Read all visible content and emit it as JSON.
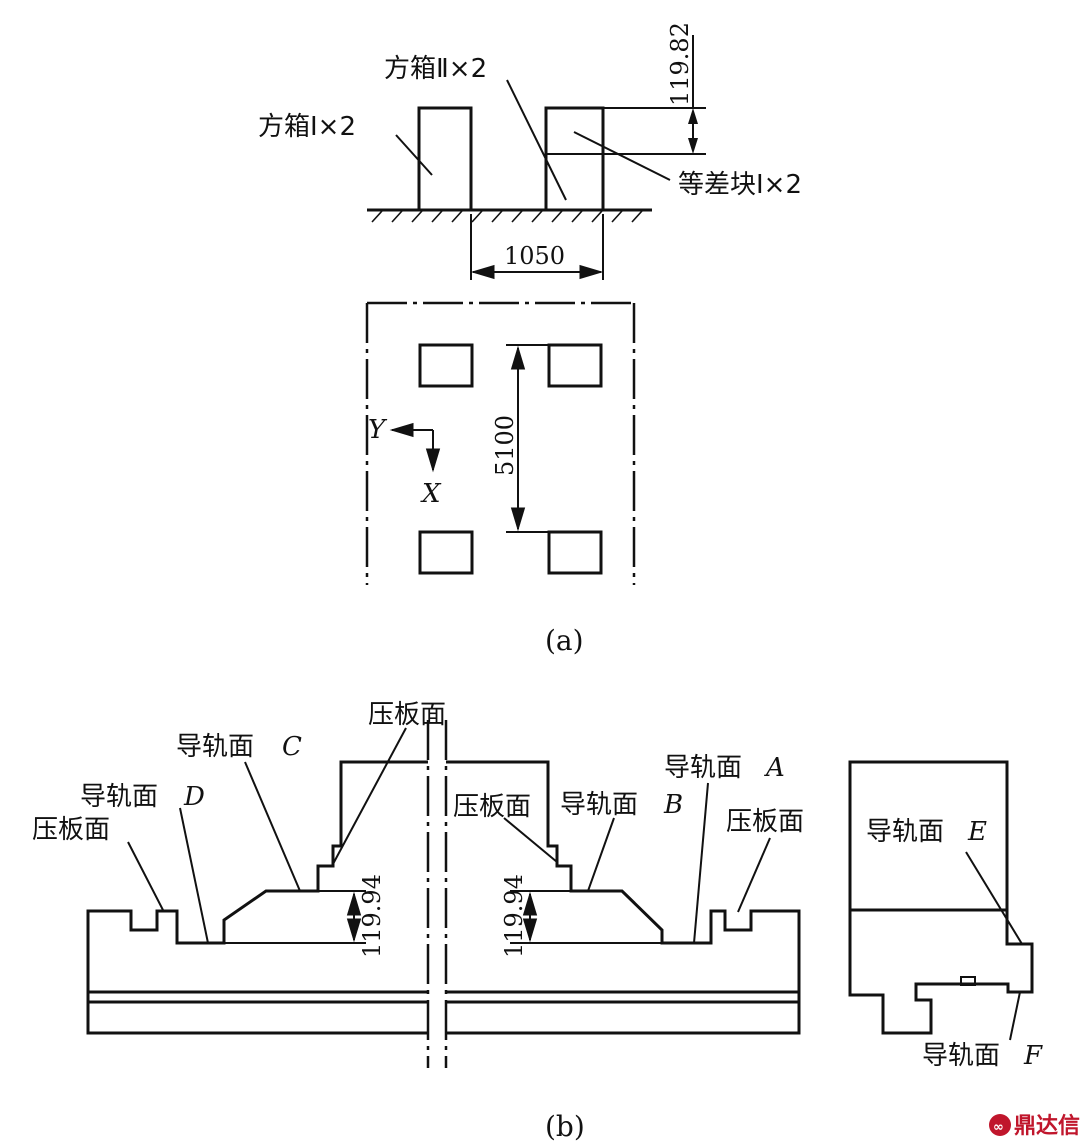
{
  "figure_a": {
    "caption": "(a)",
    "label_box_1": "方箱Ⅰ×2",
    "label_box_2": "方箱Ⅱ×2",
    "label_block": "等差块Ⅰ×2",
    "dim_height": "119.82",
    "dim_width": "1050",
    "dim_length": "5100",
    "axis_y": "Y",
    "axis_x": "X"
  },
  "figure_b": {
    "caption": "(b)",
    "label_clamp_top": "压板面",
    "label_rail_c": "导轨面",
    "rail_c_letter": "C",
    "label_rail_d": "导轨面",
    "rail_d_letter": "D",
    "label_clamp_left": "压板面",
    "label_clamp_mid": "压板面",
    "label_rail_b": "导轨面",
    "rail_b_letter": "B",
    "label_rail_a": "导轨面",
    "rail_a_letter": "A",
    "label_clamp_right": "压板面",
    "label_rail_e": "导轨面",
    "rail_e_letter": "E",
    "label_rail_f": "导轨面",
    "rail_f_letter": "F",
    "dim_left": "119.94",
    "dim_right": "119.94"
  },
  "watermark": {
    "text": "鼎达信",
    "color": "#c0162c"
  }
}
